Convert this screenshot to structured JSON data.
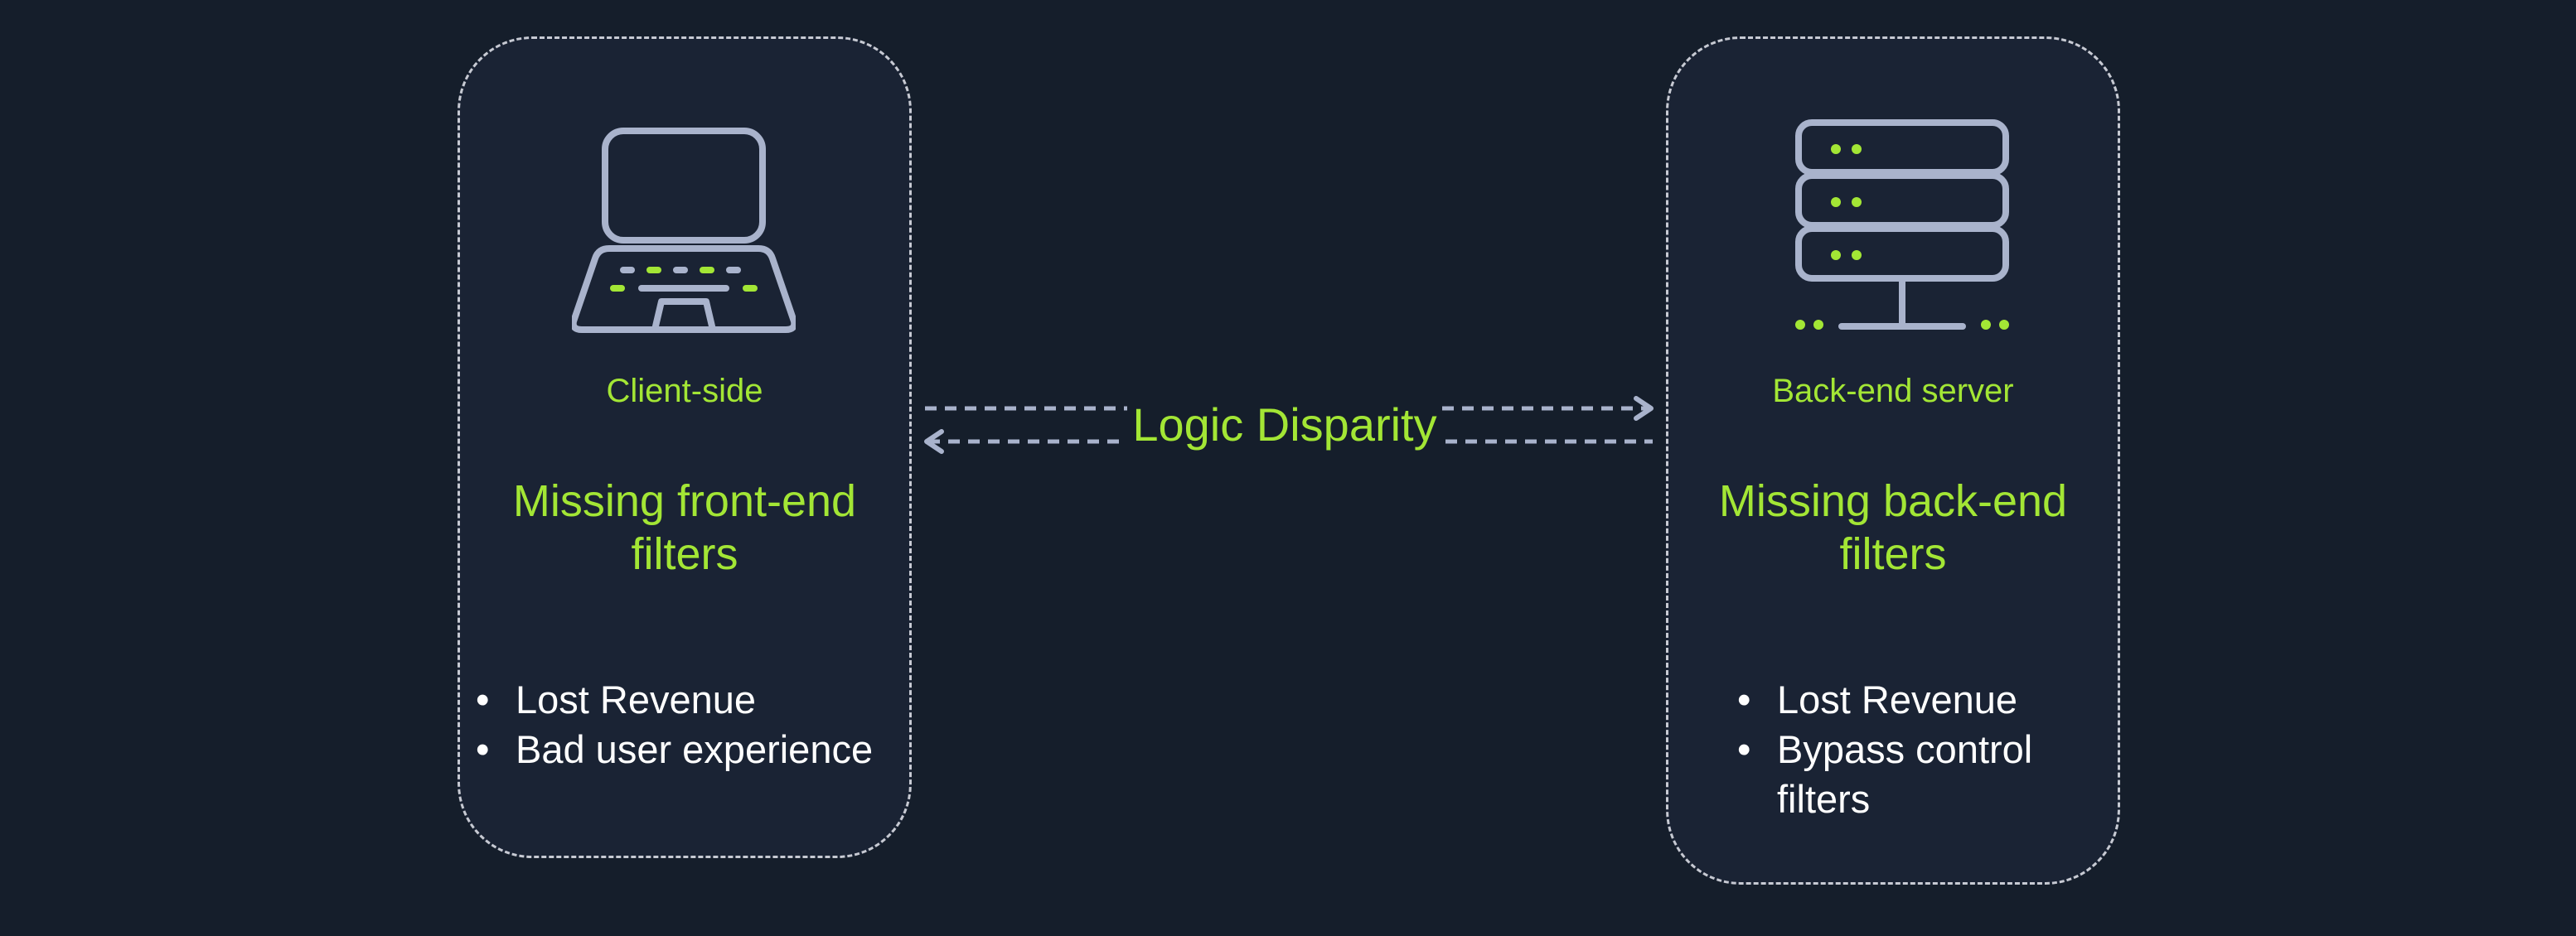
{
  "colors": {
    "background": "#151e2b",
    "card_fill": "#1a2334",
    "accent": "#a3e635",
    "outline": "#c7cad3",
    "icon_stroke": "#a9b3cc",
    "text": "#ffffff"
  },
  "icons": {
    "client": "laptop-icon",
    "server": "server-icon",
    "arrows": "dashed-arrow-icon"
  },
  "client": {
    "caption": "Client-side",
    "heading": "Missing front-end filters",
    "bullets": [
      "Lost Revenue",
      "Bad user experience"
    ]
  },
  "server": {
    "caption": "Back-end server",
    "heading": "Missing back-end filters",
    "bullets": [
      "Lost Revenue",
      "Bypass control filters"
    ]
  },
  "connector": {
    "label": "Logic Disparity"
  }
}
